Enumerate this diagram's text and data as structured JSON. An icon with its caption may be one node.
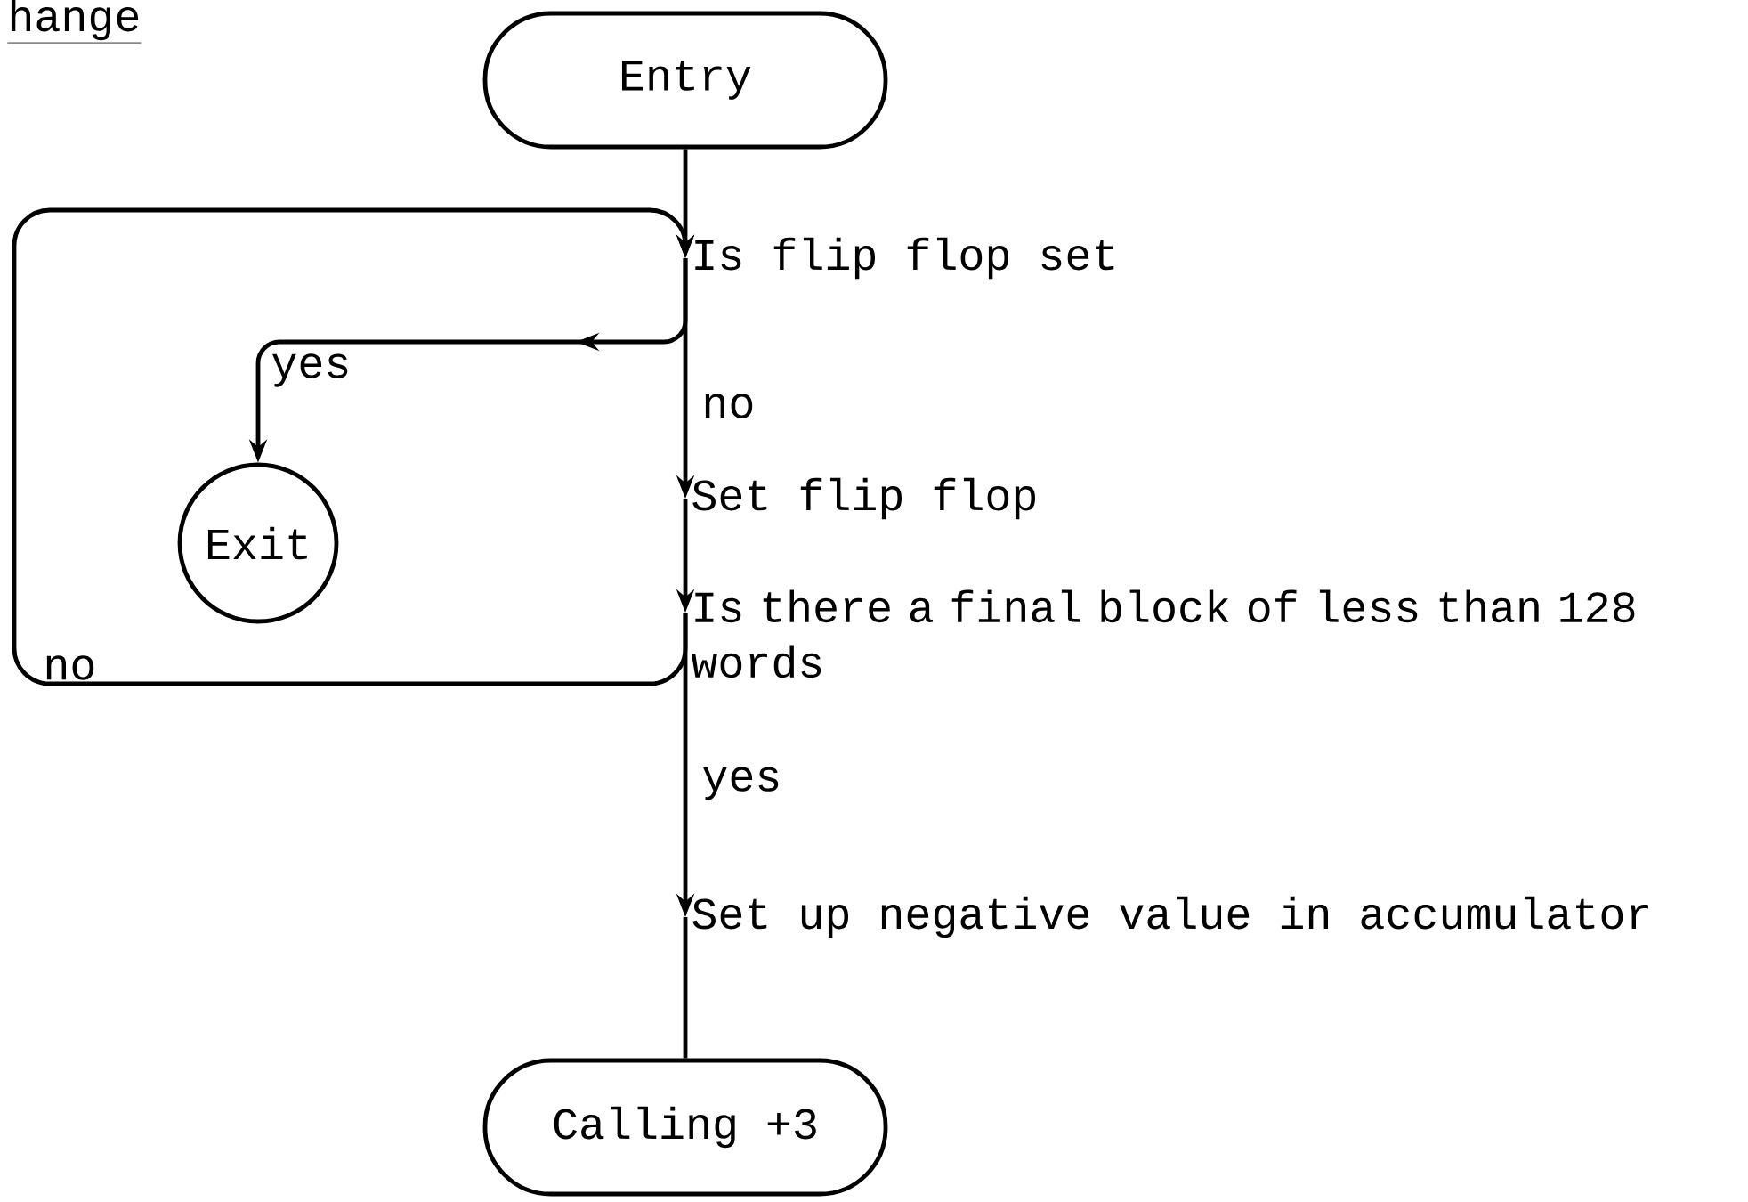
{
  "diagram": {
    "title": "hange",
    "nodes": [
      {
        "text": [
          "Entry"
        ]
      },
      {
        "text": [
          "Is flip flop set"
        ]
      },
      {
        "text": [
          "Set flip flop"
        ]
      },
      {
        "text": [
          "Is there a final block of less than 128 words"
        ]
      },
      {
        "text": [
          "Set up negative value in accumulator"
        ]
      },
      {
        "text": [
          "Calling +3"
        ]
      },
      {
        "text": [
          "Exit"
        ]
      }
    ],
    "edges": [
      {
        "from": 0,
        "to": 1,
        "arrow": "to"
      },
      {
        "from": 1,
        "to": 2,
        "arrow": "to",
        "label": "no"
      },
      {
        "from": 2,
        "to": 3,
        "arrow": "to"
      },
      {
        "from": 3,
        "to": 4,
        "arrow": "to",
        "label": "yes"
      },
      {
        "from": 4,
        "to": 5,
        "arrow": "none"
      },
      {
        "from": 1,
        "to": 6,
        "arrow": "to",
        "label": "yes"
      },
      {
        "from": 3,
        "to": 1,
        "arrow": "to",
        "label": "no"
      }
    ]
  }
}
